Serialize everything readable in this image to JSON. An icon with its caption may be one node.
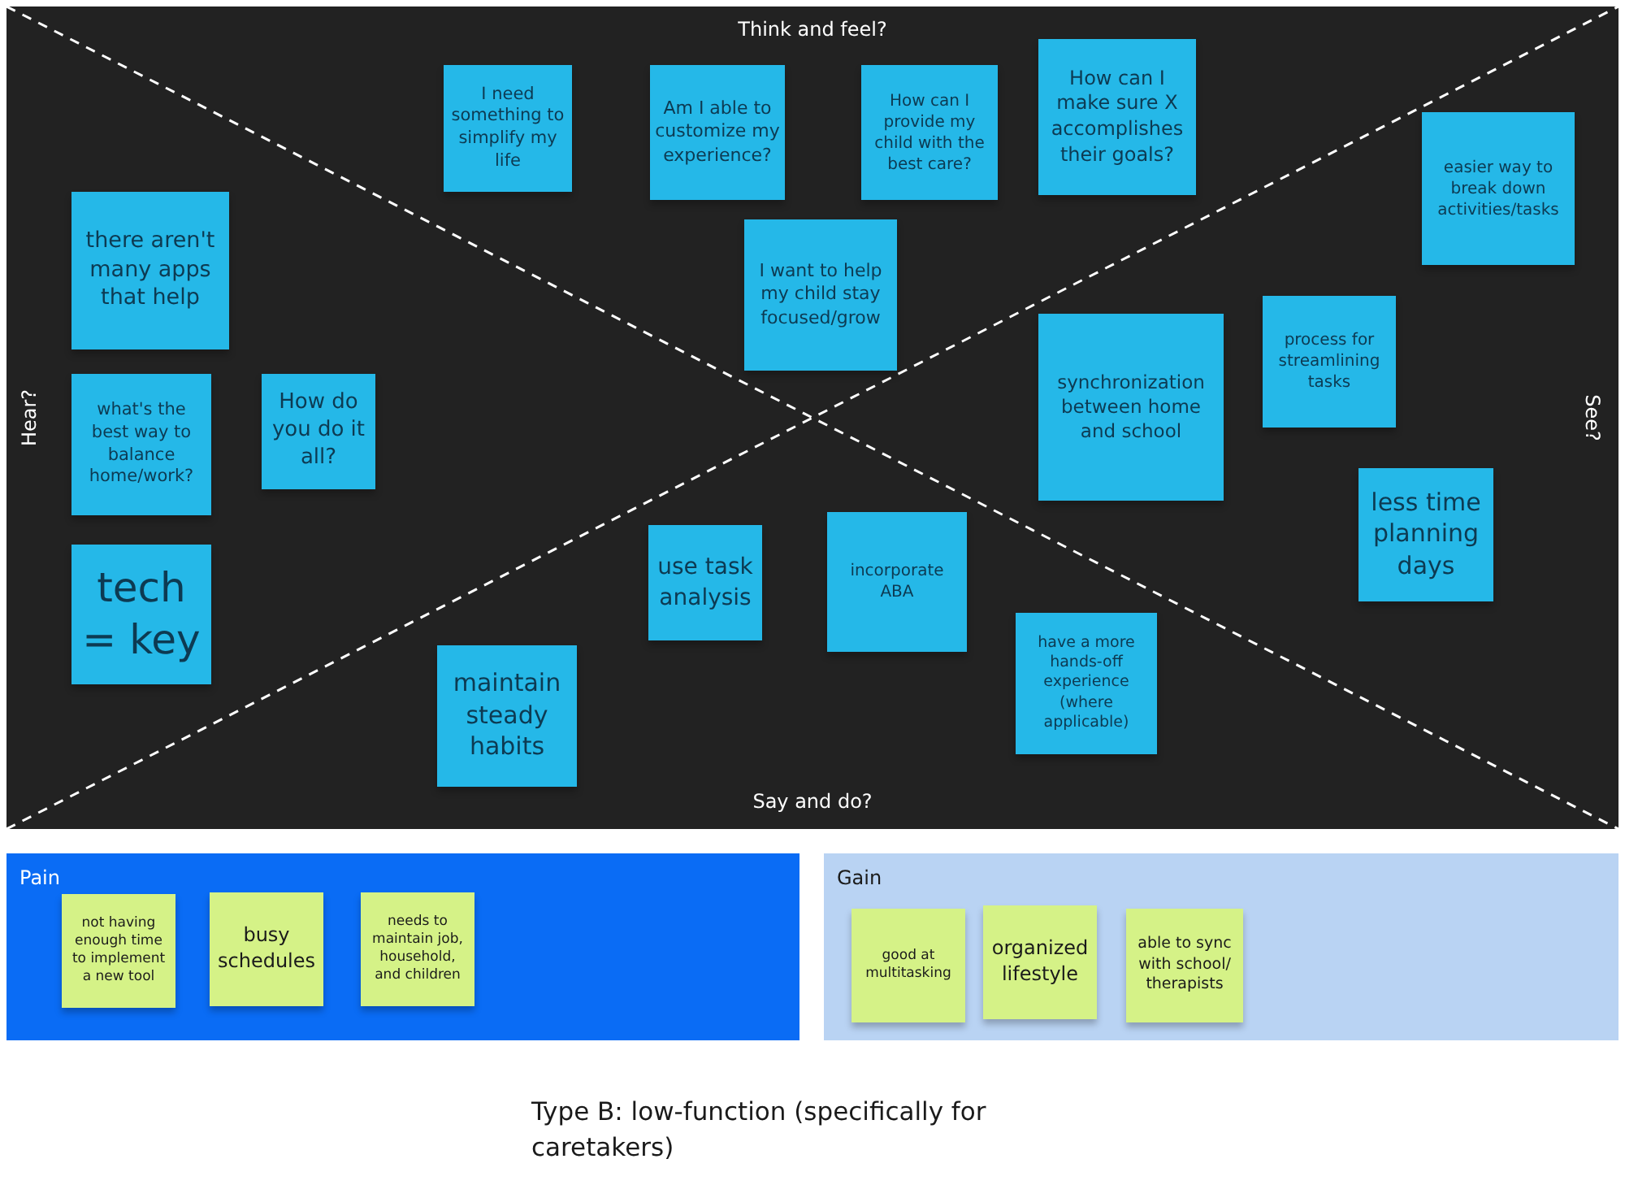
{
  "diagram": {
    "caption": "Type B: low-function (specifically for caretakers)",
    "nodes": [
      {
        "text": [],
        "shape": "box"
      },
      {
        "text": [
          "I need something to simplify my life"
        ],
        "in": 0
      },
      {
        "text": [
          "Am I able to customize my experience?"
        ],
        "in": 0
      },
      {
        "text": [
          "How can I provide my child with the best care?"
        ],
        "in": 0
      },
      {
        "text": [
          "How can I make sure X accomplishes their goals?"
        ],
        "in": 0
      },
      {
        "text": [
          "easier way to break down activities/tasks"
        ],
        "in": 0
      },
      {
        "text": [
          "there aren't many apps that help"
        ],
        "in": 0
      },
      {
        "text": [
          "I want to help my child stay focused/grow"
        ],
        "in": 0
      },
      {
        "text": [
          "process for streamlining tasks"
        ],
        "in": 0
      },
      {
        "text": [
          "synchronization between home and school"
        ],
        "in": 0
      },
      {
        "text": [
          "what's the best way to balance home/work?"
        ],
        "in": 0
      },
      {
        "text": [
          "How do you do it all?"
        ],
        "in": 0
      },
      {
        "text": [
          "less time planning days"
        ],
        "in": 0
      },
      {
        "text": [
          "use task analysis"
        ],
        "in": 0
      },
      {
        "text": [
          "incorporate ABA"
        ],
        "in": 0
      },
      {
        "text": [
          "tech = key"
        ],
        "in": 0
      },
      {
        "text": [
          "have a more hands-off experience (where applicable)"
        ],
        "in": 0
      },
      {
        "text": [
          "maintain steady habits"
        ],
        "in": 0
      },
      {
        "text": [
          "Pain"
        ]
      },
      {
        "text": [
          "not having enough time to implement a new tool"
        ],
        "in": 18
      },
      {
        "text": [
          "busy schedules"
        ],
        "in": 18
      },
      {
        "text": [
          "needs to maintain job, household, and children"
        ],
        "in": 18
      },
      {
        "text": [
          "Gain"
        ]
      },
      {
        "text": [
          "good at multitasking"
        ],
        "in": 22
      },
      {
        "text": [
          "organized lifestyle"
        ],
        "in": 22
      },
      {
        "text": [
          "able to sync with school/ therapists"
        ],
        "in": 22
      }
    ],
    "labels": [
      "Think and feel?",
      "Hear?",
      "See?",
      "Say and do?"
    ]
  }
}
